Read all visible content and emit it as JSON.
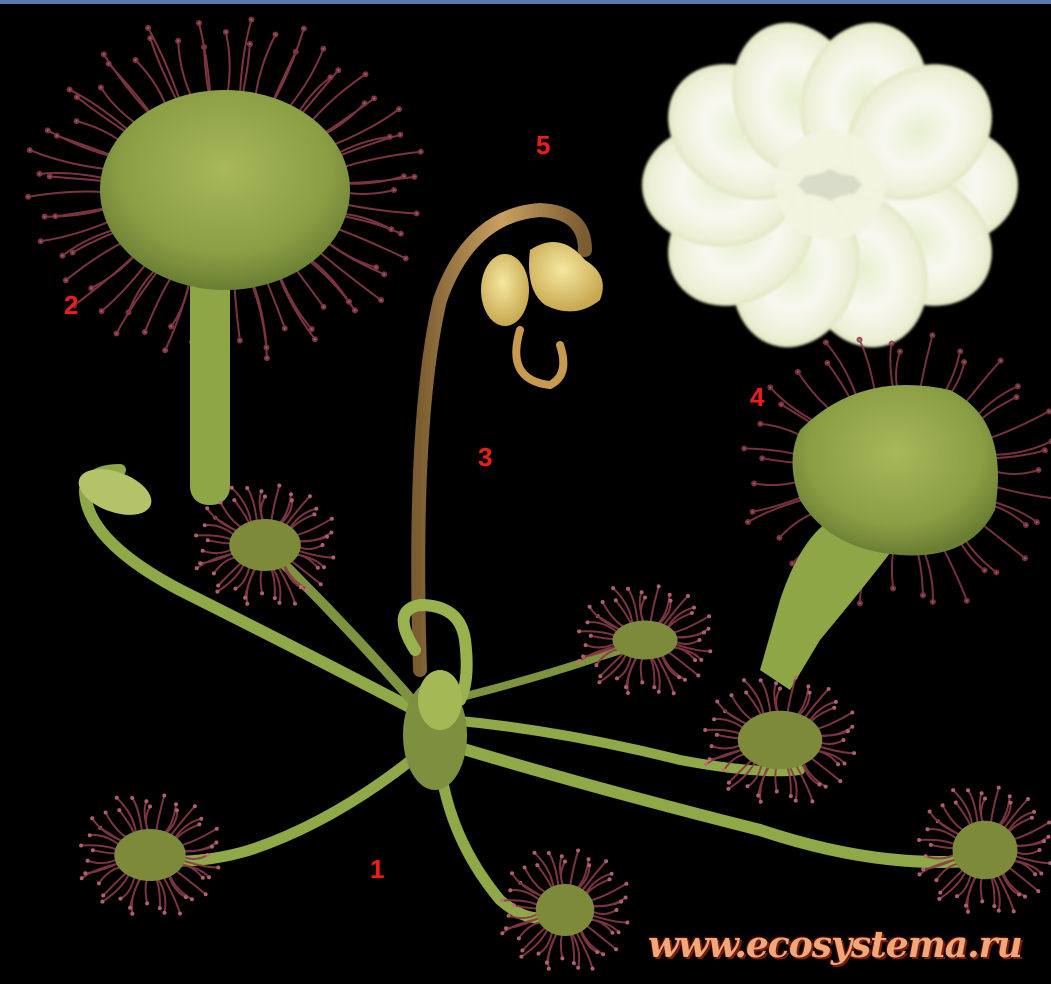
{
  "photo": {
    "subject": "sundew plant",
    "colors": {
      "background": "#000000",
      "marker": "#e8201c",
      "stem_green": "#8fa848",
      "leaf_green": "#94a84a",
      "tentacle_red": "#8a3a48",
      "flower_white": "#f6f4e4",
      "bud_yellow": "#e6d272",
      "scape_tan": "#a88848",
      "watermark": "#f0a878"
    }
  },
  "markers": [
    {
      "id": "1",
      "label": "1"
    },
    {
      "id": "2",
      "label": "2"
    },
    {
      "id": "3",
      "label": "3"
    },
    {
      "id": "4",
      "label": "4"
    },
    {
      "id": "5",
      "label": "5"
    }
  ],
  "watermark": {
    "text": "www.ecosystema.ru"
  }
}
